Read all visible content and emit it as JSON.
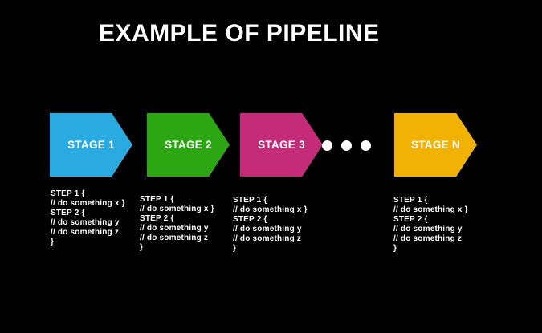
{
  "title": "EXAMPLE OF PIPELINE",
  "colors": {
    "background": "#000000",
    "text": "#ffffff",
    "dot": "#ffffff",
    "stage1": "#29abe2",
    "stage2": "#2ca613",
    "stage3": "#c42b78",
    "stageN": "#f2b203"
  },
  "stages": [
    {
      "label": "STAGE 1",
      "color": "#29abe2",
      "steps": [
        "STEP 1 {",
        "// do something x }",
        "STEP 2 {",
        "// do something y",
        "// do something z",
        "}"
      ]
    },
    {
      "label": "STAGE 2",
      "color": "#2ca613",
      "steps": [
        "STEP 1 {",
        "// do something x }",
        "STEP 2 {",
        "// do something y",
        "// do something z",
        "}"
      ]
    },
    {
      "label": "STAGE 3",
      "color": "#c42b78",
      "steps": [
        "STEP 1 {",
        "// do something x }",
        "STEP 2 {",
        "// do something y",
        "// do something z",
        "}"
      ]
    },
    {
      "label": "STAGE N",
      "color": "#f2b203",
      "steps": [
        "STEP 1 {",
        "// do something x }",
        "STEP 2 {",
        "// do something y",
        "// do something z",
        "}"
      ]
    }
  ],
  "ellipsis": {
    "dot_count": 3
  }
}
